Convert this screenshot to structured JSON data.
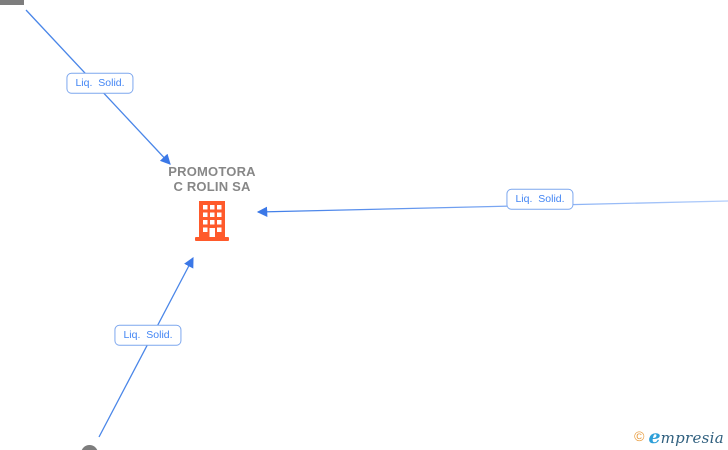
{
  "diagram": {
    "central_node": {
      "name_line1": "PROMOTORA",
      "name_line2": "C ROLIN SA",
      "icon": "building-icon"
    },
    "edges": [
      {
        "id": "edge-top-left",
        "label": "Liq. Solid."
      },
      {
        "id": "edge-right",
        "label": "Liq. Solid."
      },
      {
        "id": "edge-bottom-left",
        "label": "Liq. Solid."
      }
    ],
    "colors": {
      "edge_line": "#4a86e8",
      "edge_line_faded": "#b3cefb",
      "edge_arrow": "#3b78e7",
      "label_text": "#4285f4",
      "label_border": "#7da7ee",
      "node_title": "#878787",
      "building_orange": "#ff5a2b",
      "partial_node_gray": "#7d7d7d"
    }
  },
  "footer": {
    "copyright_symbol": "©",
    "brand_initial": "e",
    "brand_rest": "mpresia"
  }
}
